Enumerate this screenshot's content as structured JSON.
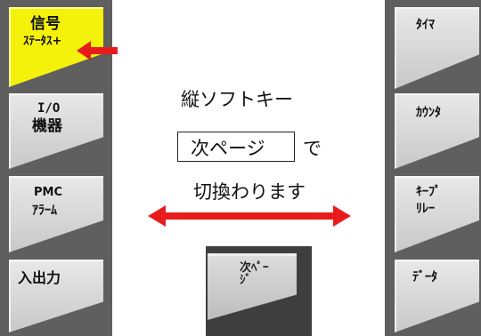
{
  "left_keys": [
    {
      "line1": "信号",
      "line2": "ｽﾃｰﾀｽ+",
      "active": true
    },
    {
      "line1": "I/O",
      "line2": "機器"
    },
    {
      "line1": "PMC",
      "line2": "ｱﾗｰﾑ"
    },
    {
      "line1": "入出力"
    }
  ],
  "right_keys": [
    {
      "line1": "ﾀｲﾏ"
    },
    {
      "line1": "ｶｳﾝﾀ"
    },
    {
      "line1": "ｷｰﾌﾟ",
      "line2": "ﾘﾚｰ"
    },
    {
      "line1": "ﾃﾞｰﾀ"
    }
  ],
  "center": {
    "line1": "縦ソフトキー",
    "next_page_label": "次ページ",
    "de": "で",
    "line3": "切換わります"
  },
  "photo": {
    "key_label": "次ﾍﾟｰ\nｼﾞ"
  },
  "colors": {
    "panel": "#5f5f5f",
    "highlight_key": "#f4f20a",
    "arrow": "#e81c1c"
  },
  "icons": [
    "red-left-arrow-icon",
    "double-headed-arrow-icon"
  ]
}
